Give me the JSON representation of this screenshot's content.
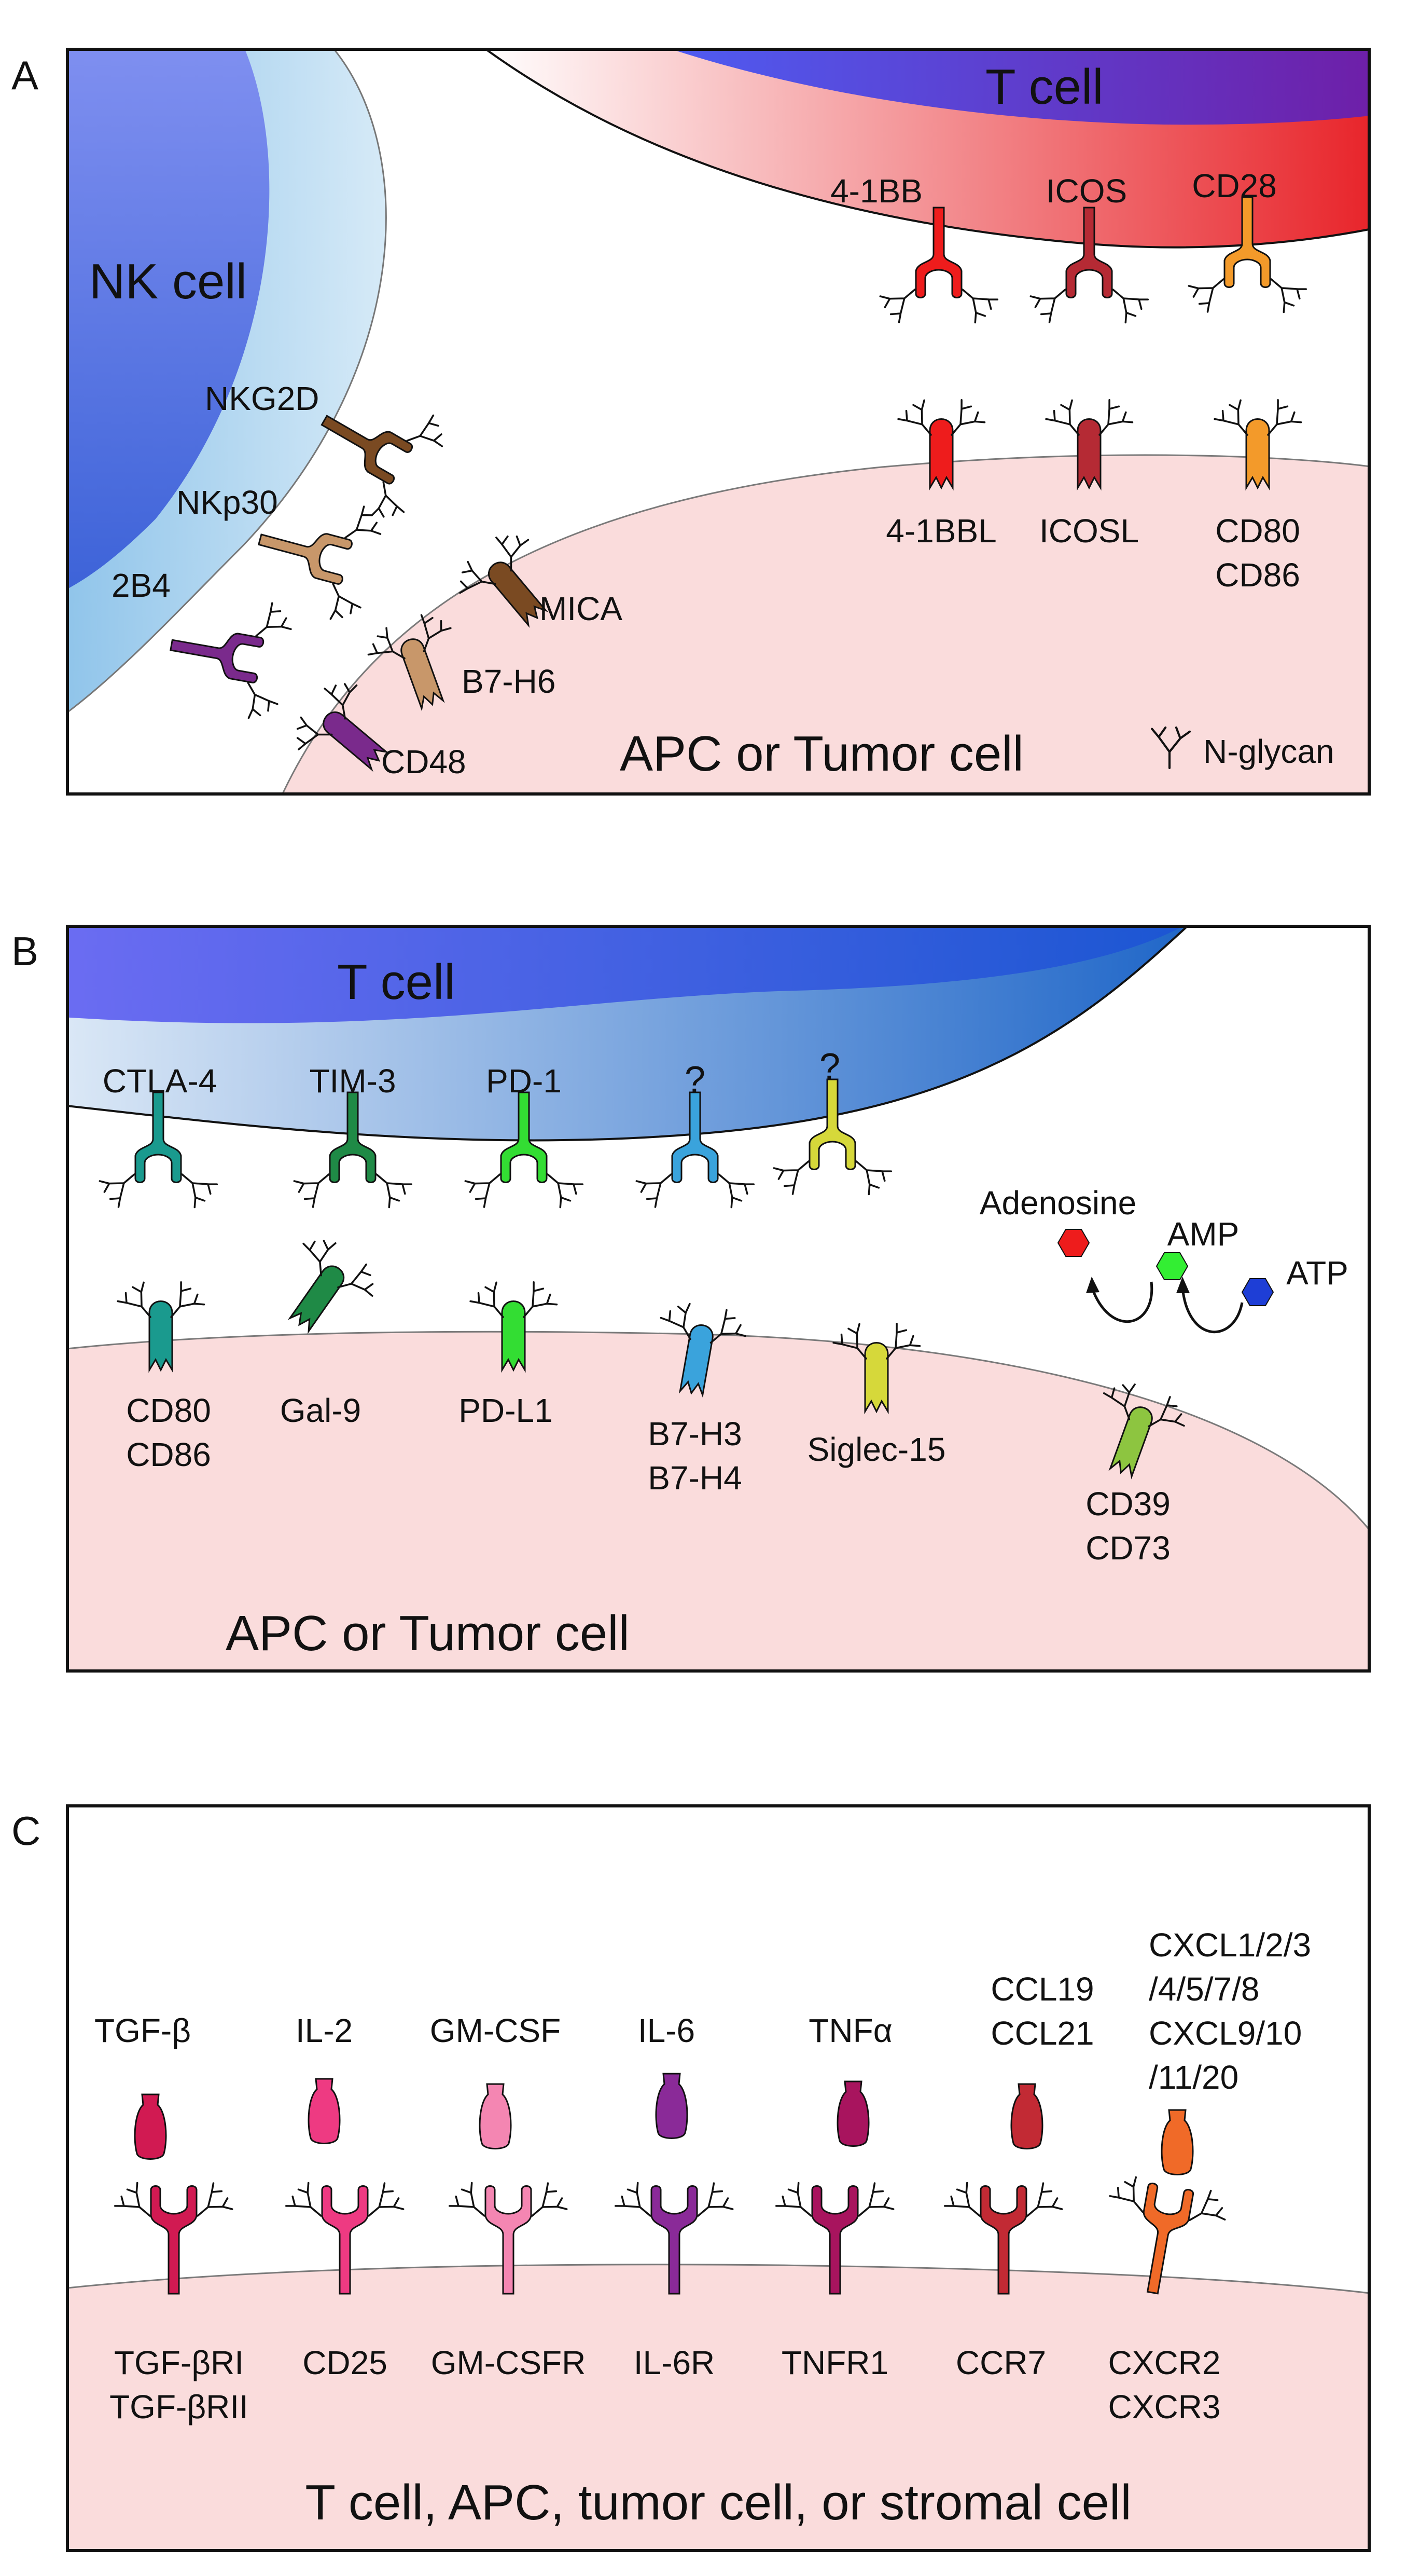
{
  "panels": {
    "a": {
      "letter": "A",
      "nk_cell": "NK cell",
      "t_cell": "T cell",
      "apc": "APC or Tumor cell",
      "legend": "N-glycan",
      "nk_receptors": [
        "NKG2D",
        "NKp30",
        "2B4"
      ],
      "nk_ligands": [
        "MICA",
        "B7-H6",
        "CD48"
      ],
      "t_receptors": [
        "4-1BB",
        "ICOS",
        "CD28"
      ],
      "ligands_top": [
        "4-1BBL",
        "ICOSL",
        "CD80"
      ],
      "ligand_extra": "CD86"
    },
    "b": {
      "letter": "B",
      "t_cell": "T cell",
      "apc": "APC or Tumor cell",
      "receptors": [
        "CTLA-4",
        "TIM-3",
        "PD-1",
        "?",
        "?"
      ],
      "ligands_line1": [
        "CD80",
        "Gal-9",
        "PD-L1",
        "B7-H3",
        "Siglec-15"
      ],
      "ligands_line2": [
        "CD86",
        "B7-H4"
      ],
      "cd39_line1": "CD39",
      "cd39_line2": "CD73",
      "metabolites": [
        "Adenosine",
        "AMP",
        "ATP"
      ]
    },
    "c": {
      "letter": "C",
      "bottom": "T cell, APC, tumor cell, or stromal cell",
      "cytokines": [
        "TGF-β",
        "IL-2",
        "GM-CSF",
        "IL-6",
        "TNFα",
        "CCL19",
        "CCL21",
        "CXCL1/2/3",
        "/4/5/7/8",
        "CXCL9/10",
        "/11/20"
      ],
      "receptors_line1": [
        "TGF-βRI",
        "CD25",
        "GM-CSFR",
        "IL-6R",
        "TNFR1",
        "CCR7",
        "CXCR2"
      ],
      "receptors_line2": [
        "TGF-βRII",
        "CXCR3"
      ]
    }
  },
  "colors": {
    "nk_dark": "#4f6ae6",
    "nk_light": "#a8d2ee",
    "t_cell_violet": "#7b2fb0",
    "t_cell_red": "#e8242a",
    "t_cell_blue": "#1d5bd6",
    "apc_fill": "#fadcdc",
    "border": "#111111",
    "nkg2d": "#7a4a22",
    "nkp30": "#c8976a",
    "cd48": "#7a2a8c",
    "red_41bb": "#ee1c1c",
    "icos": "#b52a34",
    "cd28": "#f39a2a",
    "ctla4": "#1a9a8e",
    "tim3": "#1f8a46",
    "pd1": "#33dd33",
    "b7h3": "#3aa3dc",
    "siglec": "#d6d83a",
    "cd39": "#8dc540",
    "adenosine": "#ee1c1c",
    "amp": "#33ee33",
    "atp": "#1e3ed6",
    "tgfb": "#d11a52",
    "il2": "#ee3a82",
    "gmcsf": "#f486b2",
    "il6": "#8a2a98",
    "tnfa": "#a8145e",
    "ccl": "#c22a34",
    "cxcl": "#f06a28"
  }
}
